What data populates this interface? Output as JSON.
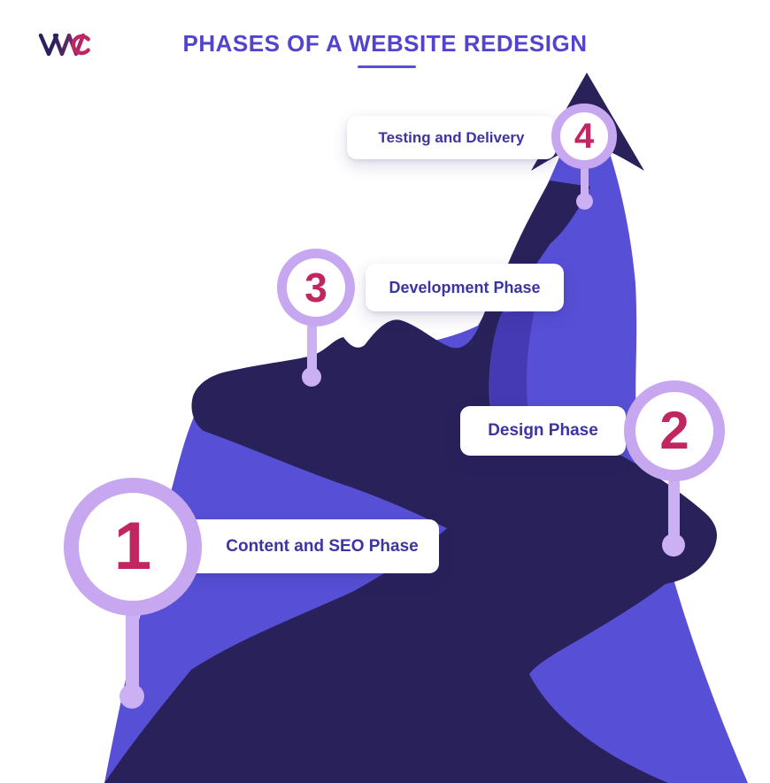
{
  "header": {
    "logo_text": "VWO",
    "title": "PHASES OF A WEBSITE REDESIGN"
  },
  "phases": [
    {
      "number": "1",
      "label": "Content and SEO Phase"
    },
    {
      "number": "2",
      "label": "Design Phase"
    },
    {
      "number": "3",
      "label": "Development Phase"
    },
    {
      "number": "4",
      "label": "Testing and Delivery"
    }
  ],
  "icons": {
    "arrow": "arrow-up-icon",
    "road": "winding-road",
    "mountain": "mountain-shape"
  },
  "colors": {
    "navy": "#29215a",
    "purple": "#5750d6",
    "shade": "#453ab3",
    "ring": "#c6a7f0",
    "stem": "#cbb0f4",
    "number": "#c0265f",
    "title": "#5244ce",
    "underline": "#5b4ed8",
    "labeltext": "#3d34a3",
    "logo_navy": "#2b2161",
    "logo_pink": "#c02663"
  }
}
